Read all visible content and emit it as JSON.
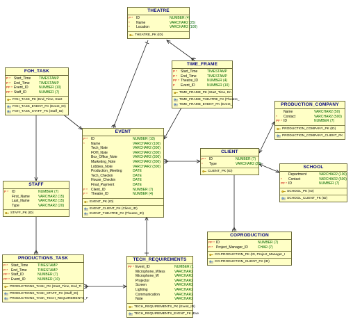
{
  "diagram_title": "",
  "entities": [
    {
      "id": "theatre",
      "name": "THEATRE",
      "columns": [
        {
          "flag": "P *",
          "name": "ID",
          "type": "NUMBER (4)"
        },
        {
          "flag": "*",
          "name": "Name",
          "type": "VARCHAR2 (25)"
        },
        {
          "flag": "*",
          "name": "Location",
          "type": "VARCHAR2 (100)"
        }
      ],
      "pk": [
        "THEATRE_PK (ID)"
      ],
      "fk": []
    },
    {
      "id": "time_frame",
      "name": "TIME_FRAME",
      "columns": [
        {
          "flag": "P *",
          "name": "Start_Time",
          "type": "TIMESTAMP"
        },
        {
          "flag": "P *",
          "name": "End_Time",
          "type": "TIMESTAMP"
        },
        {
          "flag": "PF *",
          "name": "Theatre_ID",
          "type": "NUMBER (4)"
        },
        {
          "flag": "F",
          "name": "Event_ID",
          "type": "NUMBER (10)"
        }
      ],
      "pk": [
        "TIME_FRAME_PK (Start_Time, En"
      ],
      "fk": [
        "TIME_FRAME_THEATRE_FK (Theatre_",
        "TIME_FRAME_EVENT_FK (Event_"
      ]
    },
    {
      "id": "foh_task",
      "name": "FOH_TASK",
      "columns": [
        {
          "flag": "P *",
          "name": "Start_Time",
          "type": "TIMESTAMP"
        },
        {
          "flag": "P *",
          "name": "End_Time",
          "type": "TIMESTAMP"
        },
        {
          "flag": "PF *",
          "name": "Event_ID",
          "type": "NUMBER (10)"
        },
        {
          "flag": "PF *",
          "name": "Staff_ID",
          "type": "NUMBER (7)"
        }
      ],
      "pk": [
        "FOH_TASK_PK (End_Time, Start"
      ],
      "fk": [
        "FOH_TASK_EVENT_FK (Event_ID)",
        "FOH_TASK_STAFF_FK (Staff_ID)"
      ]
    },
    {
      "id": "event",
      "name": "EVENT",
      "columns": [
        {
          "flag": "P *",
          "name": "ID",
          "type": "NUMBER (10)"
        },
        {
          "flag": "*",
          "name": "Name",
          "type": "VARCHAR2 (100)"
        },
        {
          "flag": "",
          "name": "Tech_Note",
          "type": "VARCHAR2 (300)"
        },
        {
          "flag": "",
          "name": "FOH_Note",
          "type": "VARCHAR2 (300)"
        },
        {
          "flag": "",
          "name": "Box_Office_Note",
          "type": "VARCHAR2 (300)"
        },
        {
          "flag": "",
          "name": "Marketing_Note",
          "type": "VARCHAR2 (300)"
        },
        {
          "flag": "",
          "name": "Lobbies_Note",
          "type": "VARCHAR2 (300)"
        },
        {
          "flag": "",
          "name": "Production_Meeting",
          "type": "DATE"
        },
        {
          "flag": "",
          "name": "Tech_Checkin",
          "type": "DATE"
        },
        {
          "flag": "",
          "name": "House_Checkin",
          "type": "DATE"
        },
        {
          "flag": "",
          "name": "Final_Payment",
          "type": "DATE"
        },
        {
          "flag": "F *",
          "name": "Client_ID",
          "type": "NUMBER (7)"
        },
        {
          "flag": "F *",
          "name": "Theatre_ID",
          "type": "NUMBER (4)"
        }
      ],
      "pk": [
        "EVENT_PK (ID)"
      ],
      "fk": [
        "EVENT_CLIENT_FK (Client_ID)",
        "EVENT_THEATRE_FK (Theatre_ID)"
      ]
    },
    {
      "id": "production_company",
      "name": "PRODUCTION_COMPANY",
      "columns": [
        {
          "flag": "",
          "name": "Name",
          "type": "VARCHAR2 (50)"
        },
        {
          "flag": "*",
          "name": "Contact",
          "type": "VARCHAR2 (500)"
        },
        {
          "flag": "PF *",
          "name": "ID",
          "type": "NUMBER (7)"
        }
      ],
      "pk": [
        "PRODUCTION_COMPANY_PK (ID)"
      ],
      "fk": [
        "PRODUCTION_COMPANY_CLIENT_FK"
      ]
    },
    {
      "id": "client",
      "name": "CLIENT",
      "columns": [
        {
          "flag": "P *",
          "name": "ID",
          "type": "NUMBER (7)"
        },
        {
          "flag": "*",
          "name": "Type",
          "type": "VARCHAR2 (20)"
        }
      ],
      "pk": [
        "CLIENT_PK (ID)"
      ],
      "fk": []
    },
    {
      "id": "school",
      "name": "SCHOOL",
      "columns": [
        {
          "flag": "",
          "name": "Department",
          "type": "VARCHAR2 (100)"
        },
        {
          "flag": "*",
          "name": "Contact",
          "type": "VARCHAR2 (500)"
        },
        {
          "flag": "PF *",
          "name": "ID",
          "type": "NUMBER (7)"
        }
      ],
      "pk": [
        "SCHOOL_PK (ID)"
      ],
      "fk": [
        "SCHOOL_CLIENT_FK (ID)"
      ]
    },
    {
      "id": "staff",
      "name": "STAFF",
      "columns": [
        {
          "flag": "P *",
          "name": "ID",
          "type": "NUMBER (7)"
        },
        {
          "flag": "",
          "name": "First_Name",
          "type": "VARCHAR2 (15)"
        },
        {
          "flag": "",
          "name": "Last_Name",
          "type": "VARCHAR2 (15)"
        },
        {
          "flag": "",
          "name": "Type",
          "type": "VARCHAR2 (20)"
        }
      ],
      "pk": [
        "STAFF_PK (ID)"
      ],
      "fk": []
    },
    {
      "id": "coproduction",
      "name": "COPRODUCTION",
      "columns": [
        {
          "flag": "PF *",
          "name": "ID",
          "type": "NUMBER (7)"
        },
        {
          "flag": "P *",
          "name": "Project_Manager_ID",
          "type": "CHAR (7)"
        }
      ],
      "pk": [
        "CO-PRODUCTION_PK (ID, Project_Manager_I"
      ],
      "fk": [
        "CO-PRODUCTION_CLIENT_FK (ID)"
      ]
    },
    {
      "id": "productions_task",
      "name": "PRODUCTIONS_TASK",
      "columns": [
        {
          "flag": "P *",
          "name": "Start_Time",
          "type": "TIMESTAMP"
        },
        {
          "flag": "P *",
          "name": "End_Time",
          "type": "TIMESTAMP"
        },
        {
          "flag": "PF *",
          "name": "Staff_ID",
          "type": "NUMBER (7)"
        },
        {
          "flag": "PF *",
          "name": "Event_ID",
          "type": "NUMBER (10)"
        }
      ],
      "pk": [
        "PRODUCTIONS_TASK_PK (Start_Time, End_Ti"
      ],
      "fk": [
        "PRODUCTIONS_TASK_STAFF_FK (Staff_ID)",
        "PRODUCTIONS_TASK_TECH_REQUIREMENTS_F"
      ]
    },
    {
      "id": "tech_requirements",
      "name": "TECH_REQUIREMENTS",
      "columns": [
        {
          "flag": "PF *",
          "name": "Event_ID",
          "type": "NUMBER (1"
        },
        {
          "flag": "",
          "name": "Microphone_Wless",
          "type": "VARCHAR2"
        },
        {
          "flag": "",
          "name": "Microphone_W",
          "type": "VARCHAR2"
        },
        {
          "flag": "",
          "name": "Projector",
          "type": "VARCHAR2"
        },
        {
          "flag": "",
          "name": "Screen",
          "type": "VARCHAR2"
        },
        {
          "flag": "",
          "name": "Lighting",
          "type": "VARCHAR2"
        },
        {
          "flag": "",
          "name": "Communication",
          "type": "VARCHAR2"
        },
        {
          "flag": "",
          "name": "Note",
          "type": "VARCHAR2"
        }
      ],
      "pk": [
        "TECH_REQUIREMENTS_PK (Event_ID)"
      ],
      "fk": [
        "TECH_REQUIREMENTS_EVENT_FK (Eve"
      ]
    }
  ],
  "relationships": [
    {
      "from": "theatre",
      "to": "event",
      "kind": "one-to-many"
    },
    {
      "from": "theatre",
      "to": "time_frame",
      "kind": "one-to-many"
    },
    {
      "from": "event",
      "to": "time_frame",
      "kind": "one-to-many"
    },
    {
      "from": "event",
      "to": "foh_task",
      "kind": "one-to-many"
    },
    {
      "from": "staff",
      "to": "foh_task",
      "kind": "one-to-many"
    },
    {
      "from": "client",
      "to": "event",
      "kind": "one-to-many"
    },
    {
      "from": "client",
      "to": "production_company",
      "kind": "one-to-one"
    },
    {
      "from": "client",
      "to": "school",
      "kind": "one-to-one"
    },
    {
      "from": "client",
      "to": "coproduction",
      "kind": "one-to-many"
    },
    {
      "from": "staff",
      "to": "productions_task",
      "kind": "one-to-many"
    },
    {
      "from": "event",
      "to": "tech_requirements",
      "kind": "one-to-one"
    },
    {
      "from": "tech_requirements",
      "to": "productions_task",
      "kind": "one-to-many"
    }
  ],
  "colors": {
    "entity_fill": "#ffffc6",
    "entity_border": "#6b6b3a",
    "title": "#000080",
    "key_flag": "#cc0000",
    "datatype": "#006600",
    "line": "#222222"
  }
}
